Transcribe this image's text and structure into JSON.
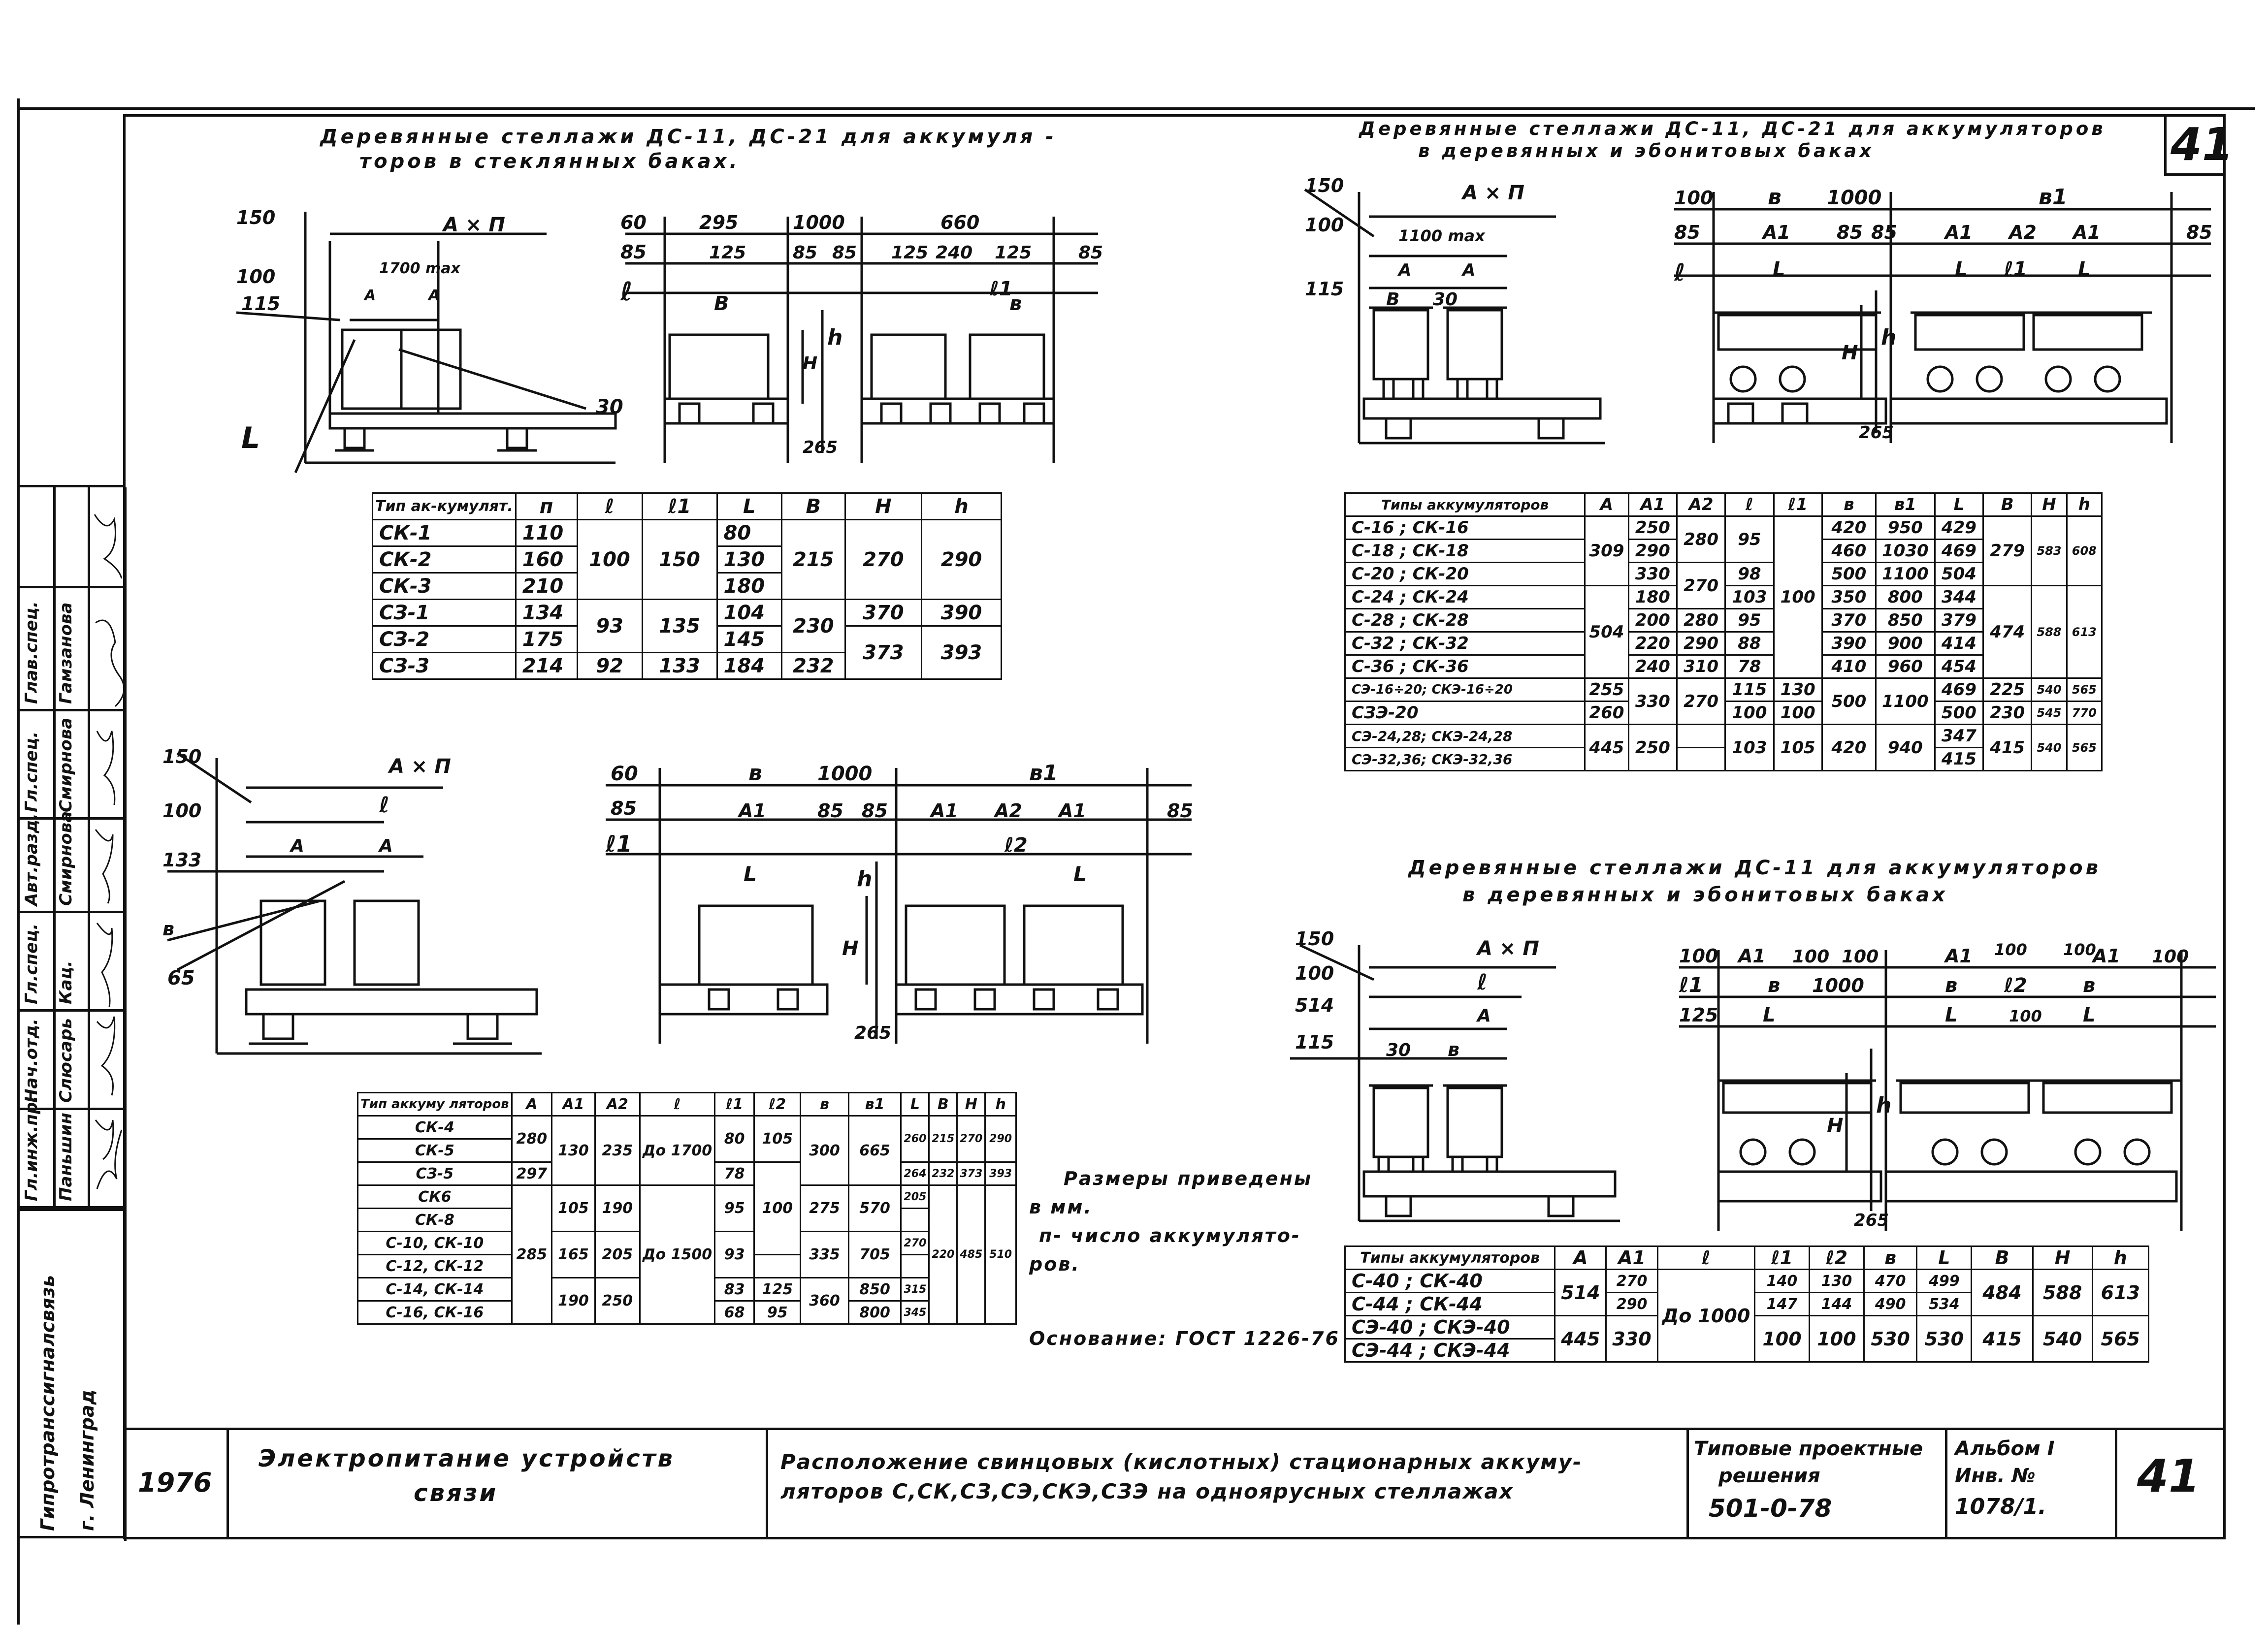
{
  "sheet": {
    "number": "41",
    "corner_number": "41"
  },
  "titles": {
    "top_left_l1": "Деревянные стеллажи ДС-11, ДС-21 для аккумуля -",
    "top_left_l2": "торов в стеклянных баках.",
    "top_right_l1": "Деревянные стеллажи ДС-11, ДС-21 для аккумуляторов",
    "top_right_l2": "в деревянных и эбонитовых баках",
    "mid_right_l1": "Деревянные стеллажи ДС-11 для аккумуляторов",
    "mid_right_l2": "в деревянных и эбонитовых баках"
  },
  "notes": {
    "l1": "Размеры приведены",
    "l2": "в мм.",
    "l3": "п- число аккумулято-",
    "l4": "ров.",
    "basis": "Основание: ГОСТ 1226-76"
  },
  "title_block": {
    "year": "1976",
    "subject_l1": "Электропитание устройств",
    "subject_l2": "связи",
    "desc_l1": "Расположение свинцовых (кислотных) стационарных аккуму-",
    "desc_l2": "ляторов С,СК,СЗ,СЭ,СКЭ,СЗЭ на одноярусных стеллажах",
    "series_l1": "Типовые проектные",
    "series_l2": "решения",
    "series_l3": "501-0-78",
    "album_l1": "Альбом I",
    "album_l2": "Инв. №",
    "album_l3": "1078/1.",
    "org_l1": "Гипротранссигналсвязь",
    "org_l2": "г. Ленинград"
  },
  "stamp": {
    "roles": [
      "Гл.инж.пр.",
      "Нач.отд.",
      "Гл.спец.",
      "Авт.разд.",
      "Гл.спец.",
      "Глав.спец."
    ],
    "names": [
      "Паньшин",
      "Слюсарь",
      "Кац.",
      "Смирнова",
      "Смирнова",
      "Гамзанова"
    ]
  },
  "dims": {
    "d_150": "150",
    "d_100": "100",
    "d_115": "115",
    "d_30": "30",
    "d_L": "L",
    "d_AxN": "A × П",
    "d_1700max": "1700 max",
    "d_1100max": "1100 max",
    "d_A": "A",
    "d_60": "60",
    "d_85": "85",
    "d_295": "295",
    "d_1000": "1000",
    "d_660": "660",
    "d_125": "125",
    "d_240": "240",
    "d_l": "ℓ",
    "d_l1": "ℓ1",
    "d_l2": "ℓ2",
    "d_B": "В",
    "d_b": "в",
    "d_b1": "в1",
    "d_H": "H",
    "d_h": "h",
    "d_265": "265",
    "d_A1": "A1",
    "d_A2": "A2",
    "d_133": "133",
    "d_65": "65",
    "d_514": "514"
  },
  "table1": {
    "headers": [
      "Тип ак-кумулят.",
      "п",
      "ℓ",
      "ℓ1",
      "L",
      "B",
      "H",
      "h"
    ],
    "types": [
      "СК-1",
      "СК-2",
      "СК-3",
      "СЗ-1",
      "СЗ-2",
      "СЗ-3"
    ],
    "n": [
      "110",
      "160",
      "210",
      "134",
      "175",
      "214"
    ],
    "l_grp1": "100",
    "l1_grp1": "150",
    "l_grp2": "93",
    "l1_grp2": "135",
    "l_row6": "92",
    "l1_row6": "133",
    "L": [
      "80",
      "130",
      "180",
      "104",
      "145",
      "184"
    ],
    "B_grp1": "215",
    "B_grp2": "230",
    "B_row6": "232",
    "H_grp1": "270",
    "H_row4": "370",
    "H_grp2": "373",
    "h_grp1": "290",
    "h_row4": "390",
    "h_grp2": "393"
  },
  "table2": {
    "headers": [
      "Типы аккумуляторов",
      "A",
      "A1",
      "A2",
      "ℓ",
      "ℓ1",
      "в",
      "в1",
      "L",
      "B",
      "H",
      "h"
    ],
    "types": [
      "С-16 ; СК-16",
      "С-18 ; СК-18",
      "С-20 ; СК-20",
      "С-24 ; СК-24",
      "С-28 ; СК-28",
      "С-32 ; СК-32",
      "С-36 ; СК-36",
      "СЭ-16÷20; СКЭ-16÷20",
      "СЗЭ-20",
      "СЭ-24,28; СКЭ-24,28",
      "СЭ-32,36; СКЭ-32,36"
    ],
    "A_grp1": "309",
    "A_grp2": "504",
    "A_row8": "255",
    "A_row9": "260",
    "A_grp4": "445",
    "A1": [
      "250",
      "290",
      "330",
      "180",
      "200",
      "220",
      "240"
    ],
    "A1_grp3": "330",
    "A1_grp4": "250",
    "A2_grp1": "280",
    "A2_grp2": "270",
    "A2_rows": [
      "280",
      "290",
      "310"
    ],
    "A2_grp3": "270",
    "l_grp1": "95",
    "l_rows": [
      "98",
      "103",
      "95",
      "88",
      "78"
    ],
    "l1_grp": "100",
    "l_row8": "115",
    "l1_row8": "130",
    "l_row9": "100",
    "l1_row9": "100",
    "l_grp4": "103",
    "l1_grp4": "105",
    "b": [
      "420",
      "460",
      "500",
      "350",
      "370",
      "390",
      "410"
    ],
    "b1": [
      "950",
      "1030",
      "1100",
      "800",
      "850",
      "900",
      "960"
    ],
    "b_grp3": "500",
    "b1_grp3": "1100",
    "b_grp4": "420",
    "b1_grp4": "940",
    "L": [
      "429",
      "469",
      "504",
      "344",
      "379",
      "414",
      "454",
      "469",
      "500",
      "347",
      "415"
    ],
    "B_grp1": "279",
    "B_grp2": "474",
    "B_row8": "225",
    "B_row9": "230",
    "B_grp4": "415",
    "H_grp1": "583",
    "H_grp2": "588",
    "H_row8": "540",
    "H_row9": "545",
    "H_grp4": "540",
    "h_grp1": "608",
    "h_grp2": "613",
    "h_row8": "565",
    "h_row9": "770",
    "h_grp4": "565"
  },
  "table3": {
    "headers": [
      "Тип аккуму ляторов",
      "A",
      "A1",
      "A2",
      "ℓ",
      "ℓ1",
      "ℓ2",
      "в",
      "в1",
      "L",
      "B",
      "H",
      "h"
    ],
    "types": [
      "СК-4",
      "СК-5",
      "СЗ-5",
      "СК6",
      "СК-8",
      "С-10, СК-10",
      "С-12, СК-12",
      "С-14, СК-14",
      "С-16, СК-16"
    ],
    "A_grp1": "280",
    "A_row3": "297",
    "A_grp2": "285",
    "A1_grp1": "130",
    "A1_row4": "105",
    "A1_grp2": "165",
    "A1_grp3": "190",
    "A2_grp1": "235",
    "A2_row4": "190",
    "A2_grp2": "205",
    "A2_grp3": "250",
    "l_grp1": "До 1700",
    "l_grp2": "До 1500",
    "l1": [
      "80",
      "78",
      "95",
      "93",
      "83",
      "68"
    ],
    "l2_grp1": "105",
    "l2_grp2": "100",
    "l2_row8": "125",
    "l2_row9": "95",
    "b_grp1": "300",
    "b_row4": "275",
    "b_grp2": "335",
    "b_grp3": "360",
    "b1_grp1": "665",
    "b1_row4": "570",
    "b1_grp2": "705",
    "b1_row8": "850",
    "b1_row9": "800",
    "LBHh_row1": [
      "260",
      "215",
      "270",
      "290"
    ],
    "LBHh_row3": [
      "264",
      "232",
      "373",
      "393"
    ],
    "L_rows": [
      "205",
      "270",
      "315",
      "345"
    ],
    "BHh_grp": [
      "220",
      "485",
      "510"
    ]
  },
  "table4": {
    "headers": [
      "Типы аккумуляторов",
      "A",
      "A1",
      "ℓ",
      "ℓ1",
      "ℓ2",
      "в",
      "L",
      "B",
      "H",
      "h"
    ],
    "types": [
      "С-40 ; СК-40",
      "С-44 ; СК-44",
      "СЭ-40 ; СКЭ-40",
      "СЭ-44 ; СКЭ-44"
    ],
    "A_grp1": "514",
    "A_grp2": "445",
    "A1": [
      "270",
      "290"
    ],
    "A1_grp2": "330",
    "l_grp": "До 1000",
    "l1": [
      "140",
      "147"
    ],
    "l1_grp2": "100",
    "l2": [
      "130",
      "144"
    ],
    "l2_grp2": "100",
    "b": [
      "470",
      "490"
    ],
    "b_grp2": "530",
    "L": [
      "499",
      "534"
    ],
    "L_grp2": "530",
    "B_grp1": "484",
    "B_grp2": "415",
    "H_grp1": "588",
    "H_grp2": "540",
    "h_grp1": "613",
    "h_grp2": "565"
  }
}
